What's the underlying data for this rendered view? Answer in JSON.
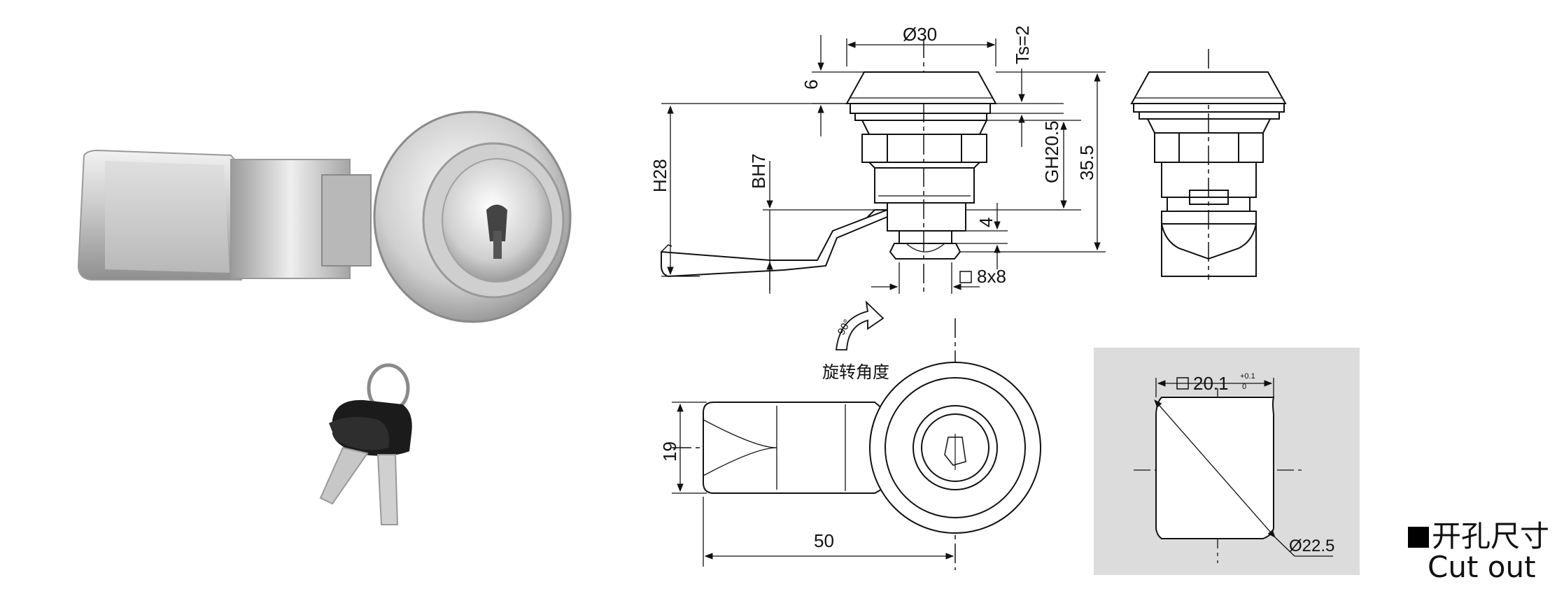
{
  "dimensions": {
    "diameter": "Ø30",
    "thickness": "Ts=2",
    "flange_height": "6",
    "handle_height": "H28",
    "body_height": "BH7",
    "thread_length": "GH20.5",
    "total_height": "35.5",
    "square_shaft_height": "4",
    "square_shaft": "8x8",
    "handle_width": "19",
    "handle_length": "50",
    "cutout_square": "20.1",
    "cutout_tol_upper": "+0.1",
    "cutout_tol_lower": "0",
    "cutout_diameter": "Ø22.5",
    "rotation_angle": "90°"
  },
  "labels": {
    "rotation_label": "旋转角度",
    "cutout_cn": "开孔尺寸",
    "cutout_en": "Cut out"
  },
  "colors": {
    "line": "#111111",
    "cutout_panel": "#dcdcdc",
    "metal_light": "#e4e4e4",
    "metal_dark": "#8d8d8d",
    "key_black": "#1b1b1b"
  }
}
